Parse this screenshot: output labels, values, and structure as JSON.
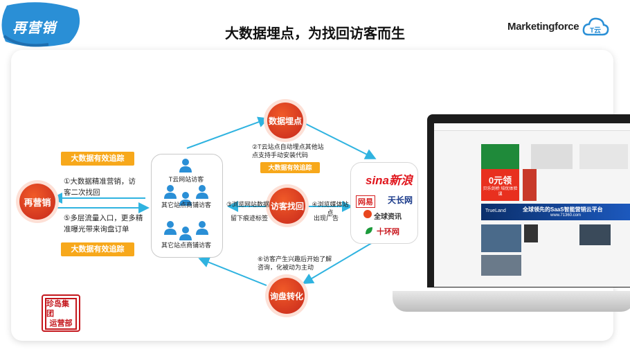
{
  "badge": {
    "label": "再营销"
  },
  "header": {
    "title": "大数据埋点，为找回访客而生",
    "brand": "Marketingforce",
    "brand_cn": "T云"
  },
  "left": {
    "tag_top": "大数据有效追踪",
    "tag_bottom": "大数据有效追踪",
    "circle": "再营销",
    "step1": "①大数据精准营销，访客二次找回",
    "step5": "⑤多层流量入口，更多精准曝光带来询盘订单"
  },
  "sites": {
    "top": "T云网站访客",
    "middle": "其它站点商铺访客",
    "bottom": "其它站点商铺访客"
  },
  "center": {
    "top_circle": "数据埋点",
    "top_note": "②T云站点自动埋点其他站点支持手动安装代码",
    "top_tag": "大数据有效追踪",
    "mid_circle": "访客找回",
    "step3_a": "③浏览网站数据",
    "step3_b": "留下痕迹标签",
    "step4_a": "④浏览媒体站点",
    "step4_b": "出现广告",
    "step6": "⑥访客产生兴趣后开始了解咨询，化被动为主动",
    "bottom_circle": "询盘转化"
  },
  "media": {
    "logos": [
      {
        "name": "sina-logo",
        "text": "sina新浪"
      },
      {
        "name": "wangyi-logo",
        "text": "网易"
      },
      {
        "name": "tianchang-logo",
        "text": "天长网"
      },
      {
        "name": "quanqiu-logo",
        "text": "全球资讯"
      },
      {
        "name": "shihuan-logo",
        "text": "十环网"
      }
    ]
  },
  "stamp": {
    "lines": [
      "珍岛集团",
      "运营部"
    ]
  },
  "screen": {
    "ad_price": "0元领",
    "ad_sub": "贝乐剑桥 培优体验课",
    "banner": "全球领先的SaaS智能营销云平台",
    "banner_sub": "www.71360.com",
    "banner_logo": "TrueLand"
  },
  "colors": {
    "accent": "#e8461e",
    "orange": "#f7a81b",
    "arrow": "#2fb3e0"
  }
}
